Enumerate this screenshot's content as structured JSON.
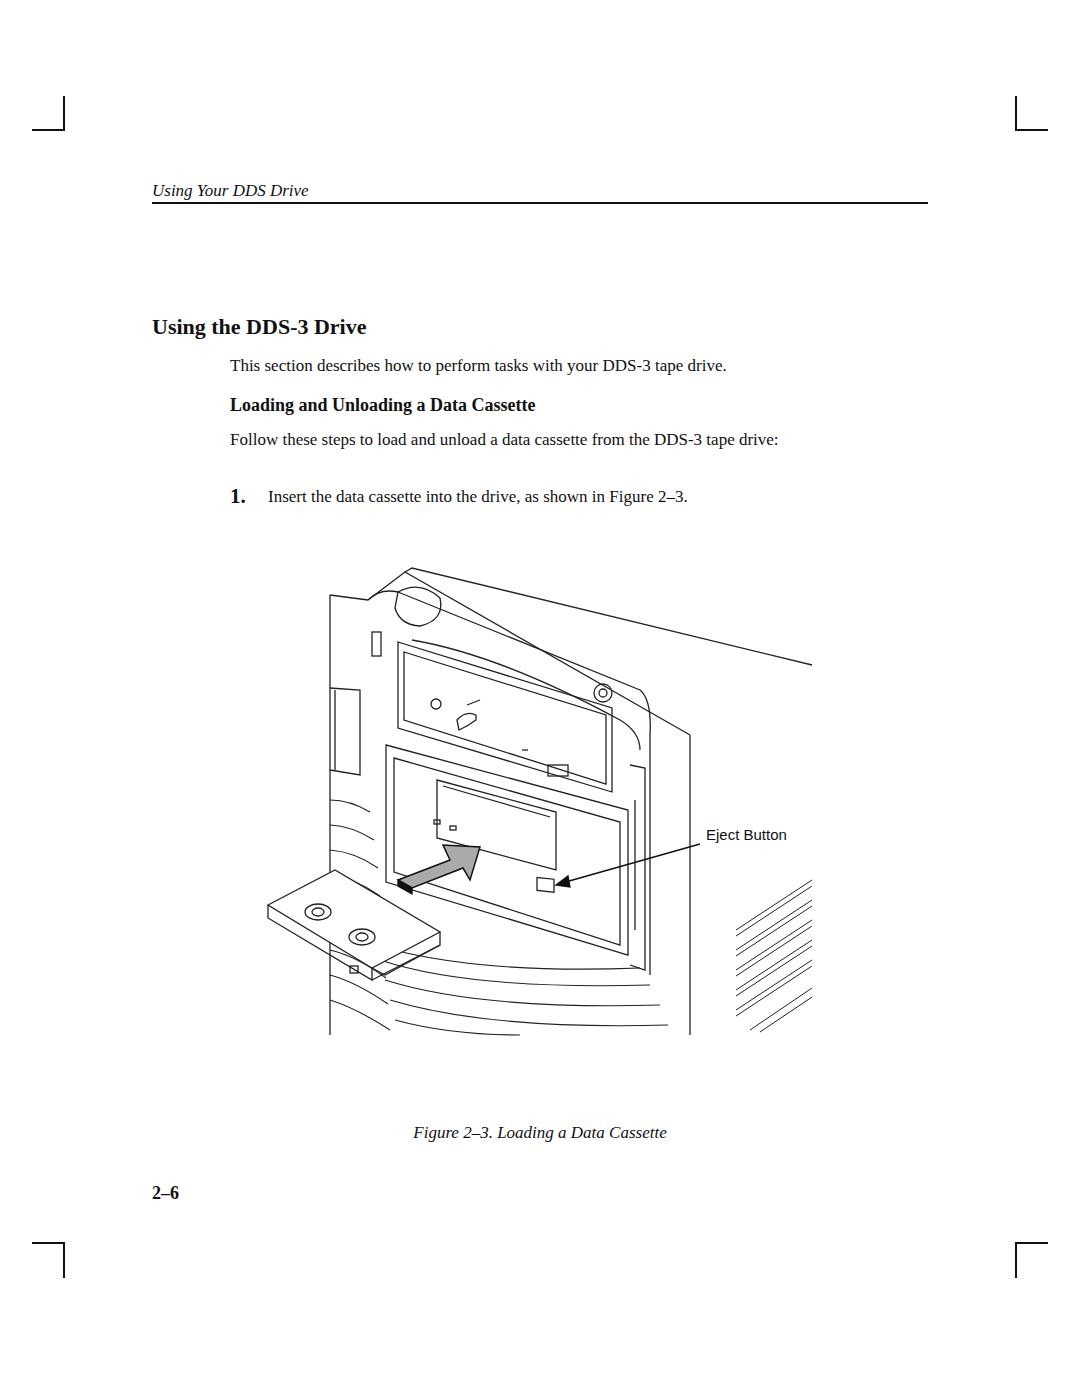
{
  "diagram": {
    "title": "Using the DDS-3 Drive",
    "caption": "Figure 2–3. Loading a Data Cassette",
    "labels": [
      "Using Your DDS Drive",
      "This section describes how to perform tasks with your DDS-3 tape drive.",
      "Loading and Unloading a Data Cassette",
      "Follow these steps to load and unload a data cassette from the DDS-3 tape drive:",
      "1.",
      "Insert the data cassette into the drive, as shown in Figure 2–3.",
      "Eject Button",
      "2–6"
    ]
  }
}
